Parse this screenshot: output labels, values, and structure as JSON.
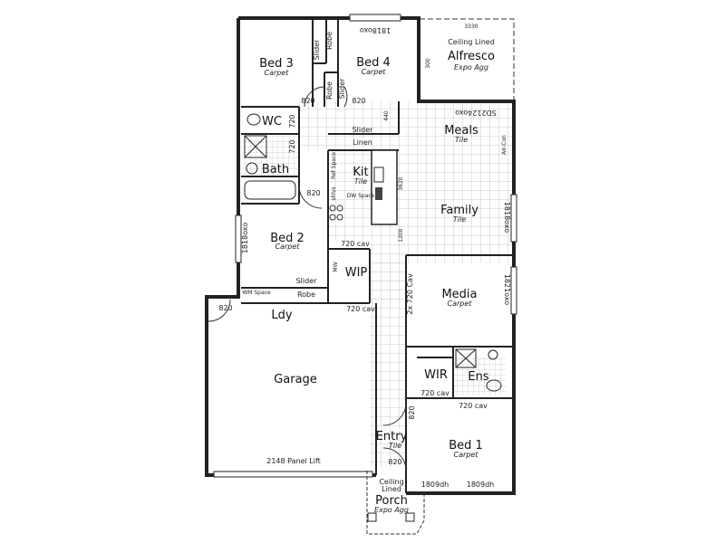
{
  "rooms": {
    "bed3": {
      "name": "Bed 3",
      "floor": "Carpet"
    },
    "bed4": {
      "name": "Bed 4",
      "floor": "Carpet"
    },
    "alfresco": {
      "name": "Alfresco",
      "note": "Ceiling Lined",
      "floor": "Expo Agg",
      "dim_w": "3330",
      "dim_h": "300"
    },
    "wc": {
      "name": "WC"
    },
    "bath": {
      "name": "Bath"
    },
    "kit": {
      "name": "Kit",
      "floor": "Tile"
    },
    "meals": {
      "name": "Meals",
      "floor": "Tile"
    },
    "family": {
      "name": "Family",
      "floor": "Tile"
    },
    "bed2": {
      "name": "Bed 2",
      "floor": "Carpet"
    },
    "wip": {
      "name": "WIP"
    },
    "media": {
      "name": "Media",
      "floor": "Carpet"
    },
    "ldy": {
      "name": "Ldy"
    },
    "garage": {
      "name": "Garage",
      "door": "2148 Panel Lift"
    },
    "wir": {
      "name": "WIR"
    },
    "ens": {
      "name": "Ens"
    },
    "entry": {
      "name": "Entry",
      "floor": "Tile"
    },
    "bed1": {
      "name": "Bed 1",
      "floor": "Carpet"
    },
    "porch": {
      "name": "Porch",
      "note1": "Ceiling",
      "note2": "Lined",
      "floor": "Expo Agg"
    }
  },
  "fixtures": {
    "slider": "Slider",
    "robe": "Robe",
    "linen": "Linen",
    "ref_space": "Ref Space",
    "dw_space": "DW Space",
    "wm_space": "WM Space",
    "mw": "MW",
    "shelves": "shlvs",
    "aircon": "Air-Con"
  },
  "dimensions": {
    "door_820": "820",
    "door_720": "720",
    "cav_720": "720 cav",
    "cav_2x720": "2x 720 Cav",
    "win_top": "1818oxo",
    "win_meals": "SD2124oxo",
    "win_bed2": "1818oxo",
    "win_family": "1818oxo",
    "win_media": "1821oxo",
    "win_bed1a": "1809dh",
    "win_bed1b": "1809dh",
    "island": "3620",
    "island2": "1200",
    "mark_440": "440"
  },
  "colors": {
    "line": "#222222",
    "tile_grid": "#bbbbbb",
    "background": "#ffffff"
  }
}
